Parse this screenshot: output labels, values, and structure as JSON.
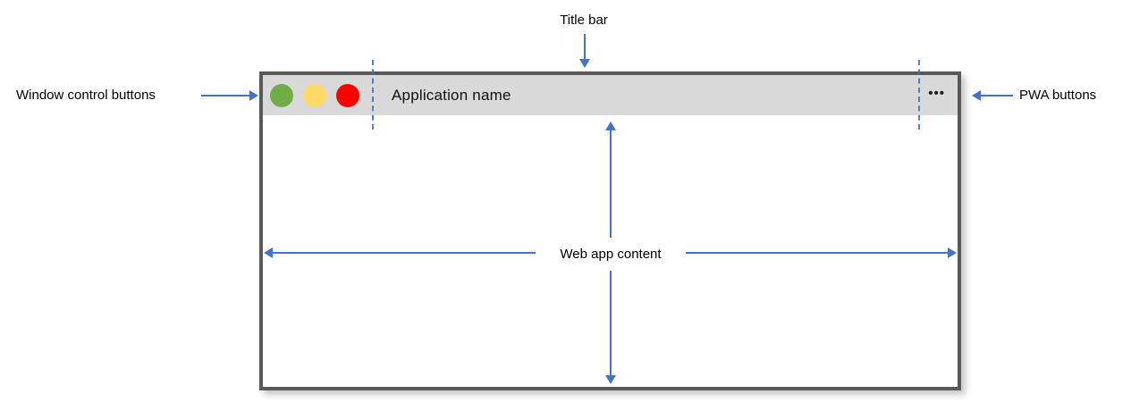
{
  "annotations": {
    "title_bar": "Title bar",
    "window_control_buttons": "Window control buttons",
    "pwa_buttons": "PWA buttons",
    "web_app_content": "Web app content"
  },
  "window": {
    "app_name": "Application name",
    "pwa_buttons_glyph": "•••",
    "traffic_lights": [
      {
        "name": "green",
        "color": "#70AD47"
      },
      {
        "name": "yellow",
        "color": "#FFD966"
      },
      {
        "name": "red",
        "color": "#FF0000"
      }
    ]
  },
  "colors": {
    "annotation_blue": "#4472C4",
    "titlebar_bg": "#D9D9D9",
    "window_border": "#595959"
  }
}
